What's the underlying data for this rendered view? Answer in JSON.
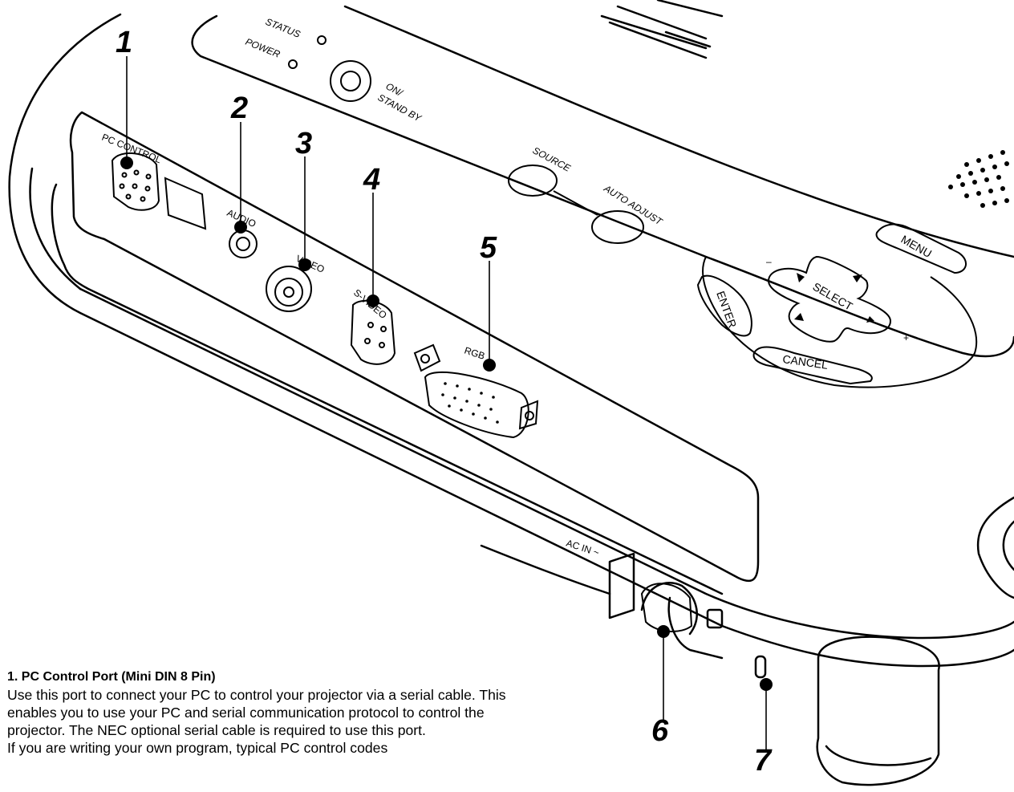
{
  "callouts": [
    "1",
    "2",
    "3",
    "4",
    "5",
    "6",
    "7"
  ],
  "panel": {
    "status": "STATUS",
    "power": "POWER",
    "on_standby_line1": "ON/",
    "on_standby_line2": "STAND BY",
    "source": "SOURCE",
    "auto_adjust": "AUTO ADJUST",
    "menu": "MENU",
    "enter": "ENTER",
    "select": "SELECT",
    "cancel": "CANCEL",
    "minus": "–",
    "plus": "+"
  },
  "ports": {
    "pc_control": "PC CONTROL",
    "audio": "AUDIO",
    "video": "VIDEO",
    "s_video": "S-VIDEO",
    "rgb": "RGB",
    "ac_in": "AC IN ~"
  },
  "description": {
    "heading": "1. PC Control Port (Mini DIN 8 Pin)",
    "para1": "Use this port to connect your PC to control your projector via a serial cable. This enables you to use your PC and serial communication protocol to control the projector. The NEC optional serial cable is required to use this port.",
    "para2": "If you are writing your own program, typical PC control codes"
  }
}
